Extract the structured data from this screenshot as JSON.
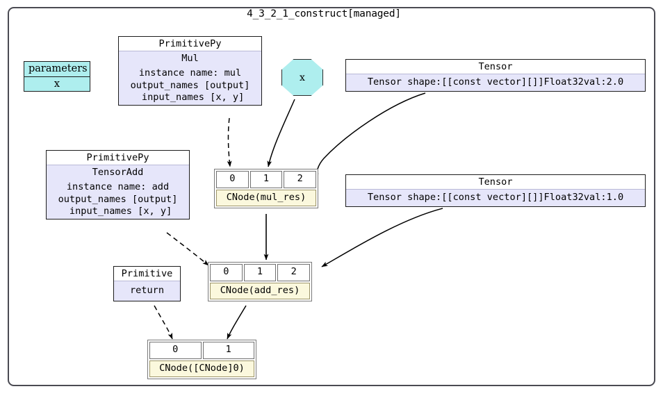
{
  "graph": {
    "title": "4_3_2_1_construct[managed]",
    "colors": {
      "parameter_fill": "#aeeeee",
      "record_fill": "#e6e6fa",
      "record_header_fill": "#ffffff",
      "cnode_label_fill": "#fbf8dd",
      "cnode_label_border": "#9c9468",
      "edge": "#000000",
      "frame": "#4a4a52"
    }
  },
  "nodes": {
    "parameters_box": {
      "header": "parameters",
      "rows": [
        "x"
      ]
    },
    "param_octagon": {
      "label": "x"
    },
    "mul_primitive": {
      "header": "PrimitivePy",
      "name": "Mul",
      "instance": "instance name: mul",
      "output_names": "output_names [output]",
      "input_names": " input_names [x, y]"
    },
    "add_primitive": {
      "header": "PrimitivePy",
      "name": "TensorAdd",
      "instance": "instance name: add",
      "output_names": "output_names [output]",
      "input_names": " input_names [x, y]"
    },
    "return_primitive": {
      "header": "Primitive",
      "name": "return"
    },
    "tensor_2": {
      "header": "Tensor",
      "body": "Tensor shape:[[const vector][]]Float32val:2.0"
    },
    "tensor_1": {
      "header": "Tensor",
      "body": "Tensor shape:[[const vector][]]Float32val:1.0"
    },
    "cnode_mul_res": {
      "ports": [
        "0",
        "1",
        "2"
      ],
      "label": "CNode(mul_res)"
    },
    "cnode_add_res": {
      "ports": [
        "0",
        "1",
        "2"
      ],
      "label": "CNode(add_res)"
    },
    "cnode_return": {
      "ports": [
        "0",
        "1"
      ],
      "label": "CNode([CNode]0)"
    }
  },
  "edges": [
    {
      "from": "mul_primitive",
      "to": "cnode_mul_res",
      "port": "0",
      "style": "dashed"
    },
    {
      "from": "param_octagon",
      "to": "cnode_mul_res",
      "port": "1",
      "style": "solid"
    },
    {
      "from": "tensor_2",
      "to": "cnode_mul_res",
      "port": "2",
      "style": "solid"
    },
    {
      "from": "add_primitive",
      "to": "cnode_add_res",
      "port": "0",
      "style": "dashed"
    },
    {
      "from": "cnode_mul_res",
      "to": "cnode_add_res",
      "port": "1",
      "style": "solid"
    },
    {
      "from": "tensor_1",
      "to": "cnode_add_res",
      "port": "2",
      "style": "solid"
    },
    {
      "from": "return_primitive",
      "to": "cnode_return",
      "port": "0",
      "style": "dashed"
    },
    {
      "from": "cnode_add_res",
      "to": "cnode_return",
      "port": "1",
      "style": "solid"
    }
  ]
}
